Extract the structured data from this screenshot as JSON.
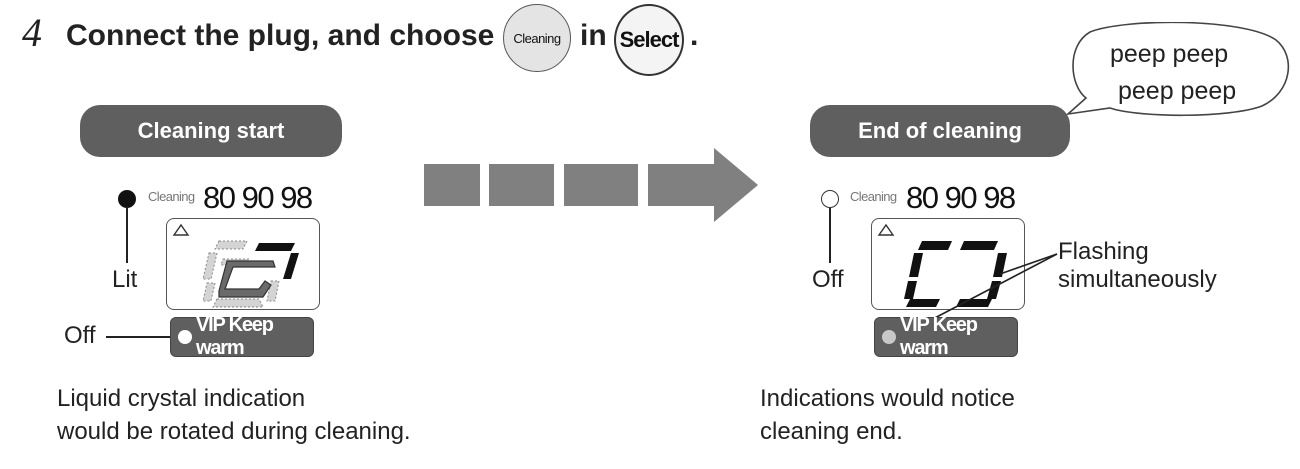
{
  "step": {
    "number": "4",
    "text": "Connect the plug, and choose",
    "button_cleaning_label": "Cleaning",
    "word_in": "in",
    "button_select_label": "Select",
    "period": "."
  },
  "speech_bubble": {
    "line1": "peep peep",
    "line2": "peep peep"
  },
  "left_panel": {
    "title": "Cleaning start",
    "cleaning_small": "Cleaning",
    "levels": "80 90 98",
    "lamp_label": "Lit",
    "off_label": "Off",
    "vip_label": "VIP Keep warm",
    "caption_line1": "Liquid crystal indication",
    "caption_line2": "would be rotated during cleaning."
  },
  "right_panel": {
    "title": "End  of cleaning",
    "cleaning_small": "Cleaning",
    "levels": "80 90 98",
    "lamp_label": "Off",
    "flashing_line1": "Flashing",
    "flashing_line2": "simultaneously",
    "vip_label": "VIP Keep warm",
    "caption_line1": "Indications would notice",
    "caption_line2": "cleaning end."
  },
  "icons": [
    "triangle-up-icon",
    "lamp-indicator-icon",
    "progress-arrow-icon",
    "speech-bubble-icon"
  ],
  "colors": {
    "pill_bg": "#5f5f5f",
    "arrow": "#808080",
    "text": "#222222"
  }
}
